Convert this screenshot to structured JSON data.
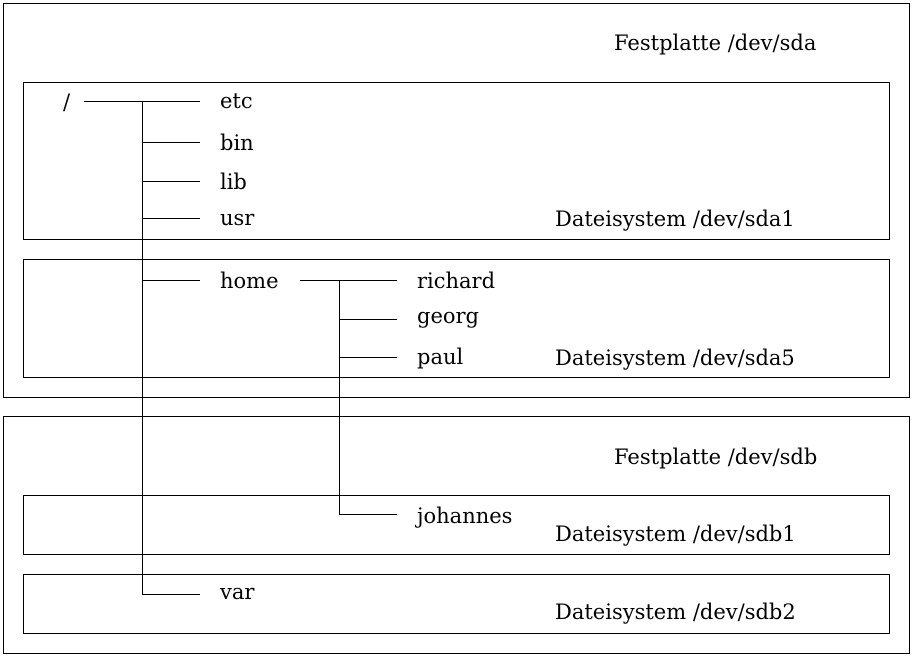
{
  "disks": [
    {
      "label": "Festplatte /dev/sda"
    },
    {
      "label": "Festplatte /dev/sdb"
    }
  ],
  "filesystems": [
    {
      "label": "Dateisystem /dev/sda1"
    },
    {
      "label": "Dateisystem /dev/sda5"
    },
    {
      "label": "Dateisystem /dev/sdb1"
    },
    {
      "label": "Dateisystem /dev/sdb2"
    }
  ],
  "tree": {
    "root": "/",
    "children": [
      "etc",
      "bin",
      "lib",
      "usr",
      "home",
      "var"
    ],
    "home_children": [
      "richard",
      "georg",
      "paul",
      "johannes"
    ]
  }
}
